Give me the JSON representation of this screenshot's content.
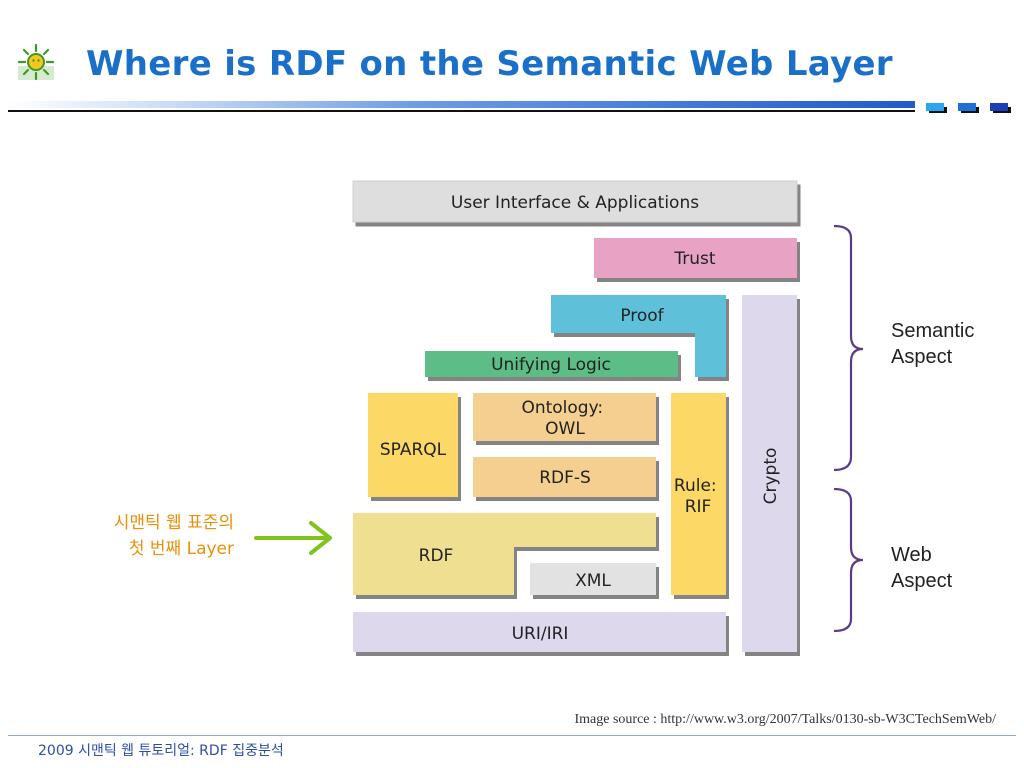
{
  "slide": {
    "title": "Where is RDF on the Semantic Web Layer",
    "title_icon": "sun-bug-icon"
  },
  "diagram": {
    "layers": {
      "ui": "User Interface & Applications",
      "trust": "Trust",
      "proof": "Proof",
      "logic": "Unifying Logic",
      "sparql": "SPARQL",
      "owl": "Ontology:\nOWL",
      "rdfs": "RDF-S",
      "rif": "Rule:\nRIF",
      "crypto": "Crypto",
      "rdf": "RDF",
      "xml": "XML",
      "uri": "URI/IRI"
    },
    "colors": {
      "ui": "#dedede",
      "trust": "#e8a3c4",
      "proof": "#5fc0d9",
      "logic": "#5cbd86",
      "sparql": "#fcd966",
      "owl": "#f4cf8f",
      "rdfs": "#f4cf8f",
      "rif": "#fcd966",
      "crypto": "#ddd8ec",
      "rdf": "#eee090",
      "xml": "#e2e2e2",
      "uri": "#ddd8ec",
      "bracket": "#5b3a8c",
      "arrow": "#7fc31c",
      "annotation": "#e8900a",
      "title": "#1a6fc9"
    },
    "aspects": {
      "semantic": "Semantic\nAspect",
      "web": "Web\nAspect"
    },
    "annotation": "시맨틱 웹 표준의\n첫 번째 Layer"
  },
  "source": "Image source : http://www.w3.org/2007/Talks/0130-sb-W3CTechSemWeb/",
  "footer": "2009 시맨틱 웹 튜토리얼: RDF 집중분석"
}
